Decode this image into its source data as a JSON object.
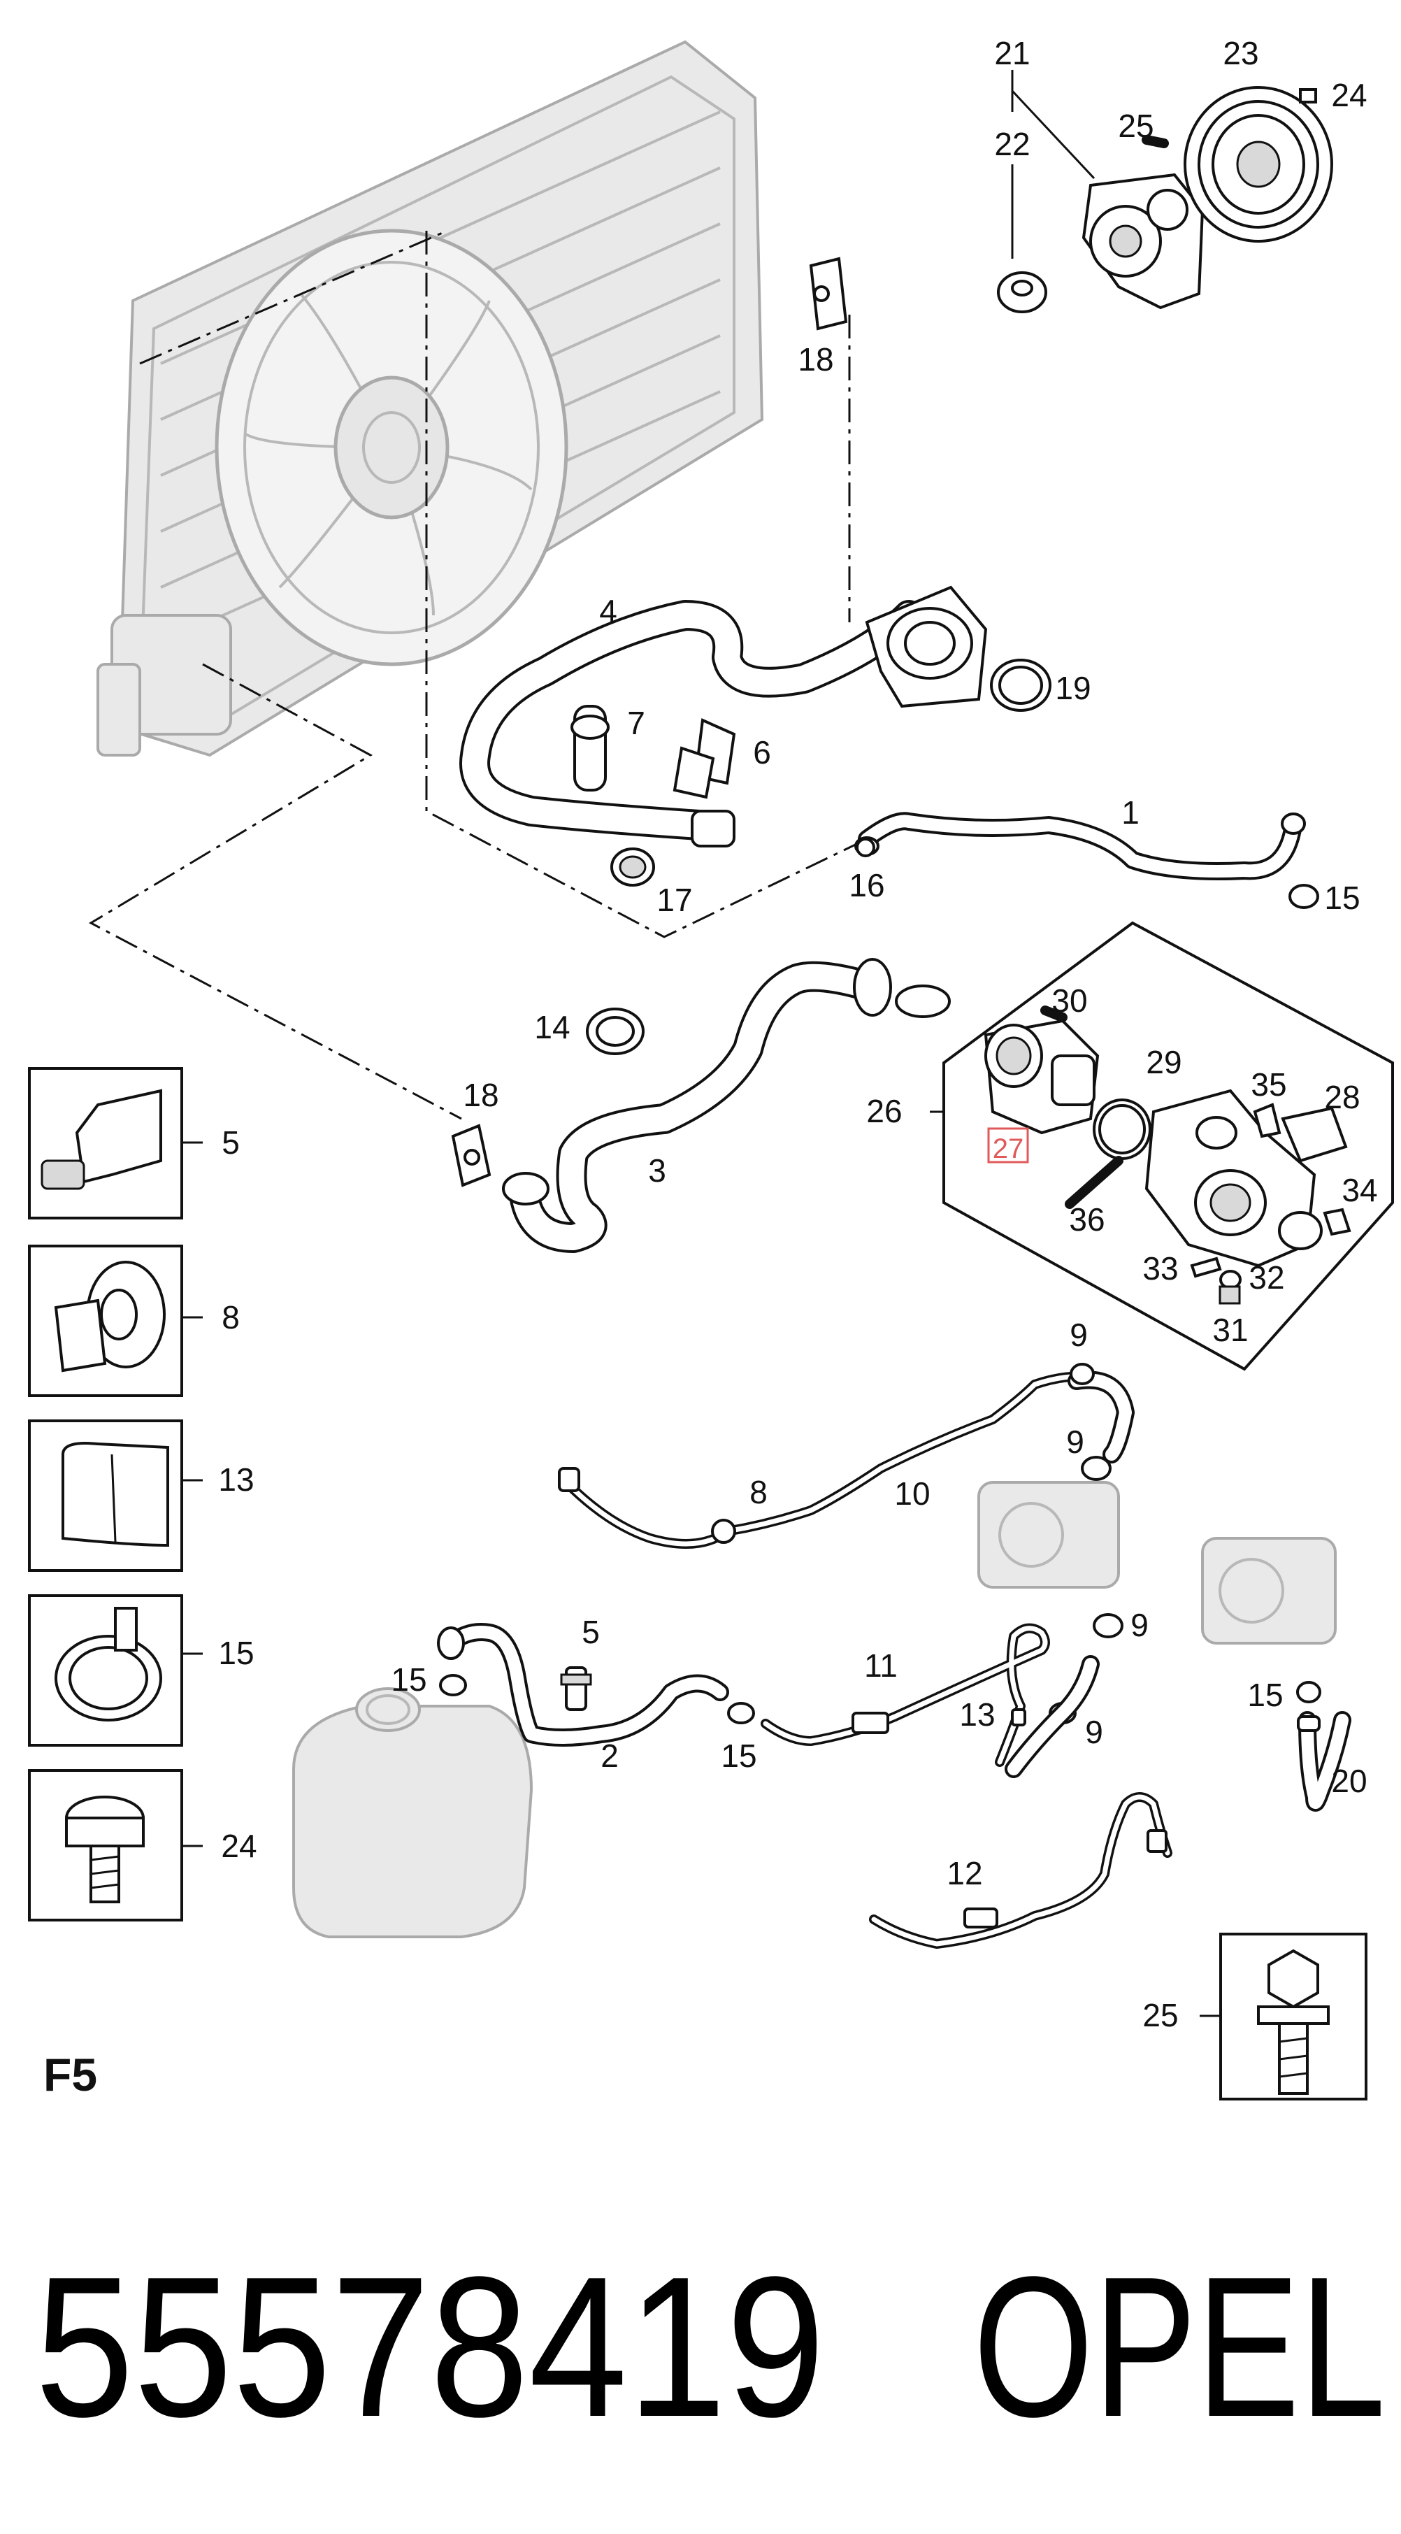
{
  "labels": {
    "p1": "1",
    "p2": "2",
    "p3": "3",
    "p4": "4",
    "p5": "5",
    "p5b": "5",
    "p6": "6",
    "p7": "7",
    "p8": "8",
    "p8b": "8",
    "p9a": "9",
    "p9b": "9",
    "p9c": "9",
    "p9d": "9",
    "p10": "10",
    "p11": "11",
    "p12": "12",
    "p13": "13",
    "p13b": "13",
    "p14": "14",
    "p15a": "15",
    "p15b": "15",
    "p15c": "15",
    "p15d": "15",
    "p15e": "15",
    "p16": "16",
    "p17": "17",
    "p18a": "18",
    "p18b": "18",
    "p19": "19",
    "p20": "20",
    "p21": "21",
    "p22": "22",
    "p23": "23",
    "p24": "24",
    "p24b": "24",
    "p25": "25",
    "p25b": "25",
    "p26": "26",
    "p27": "27",
    "p28": "28",
    "p29": "29",
    "p30": "30",
    "p31": "31",
    "p32": "32",
    "p33": "33",
    "p34": "34",
    "p35": "35",
    "p36": "36"
  },
  "section_code": "F5",
  "part_number": "55578419",
  "brand": "OPEL",
  "colors": {
    "highlight": "#e05a5a",
    "line": "#111111",
    "ghost": "#b8b8b8"
  }
}
